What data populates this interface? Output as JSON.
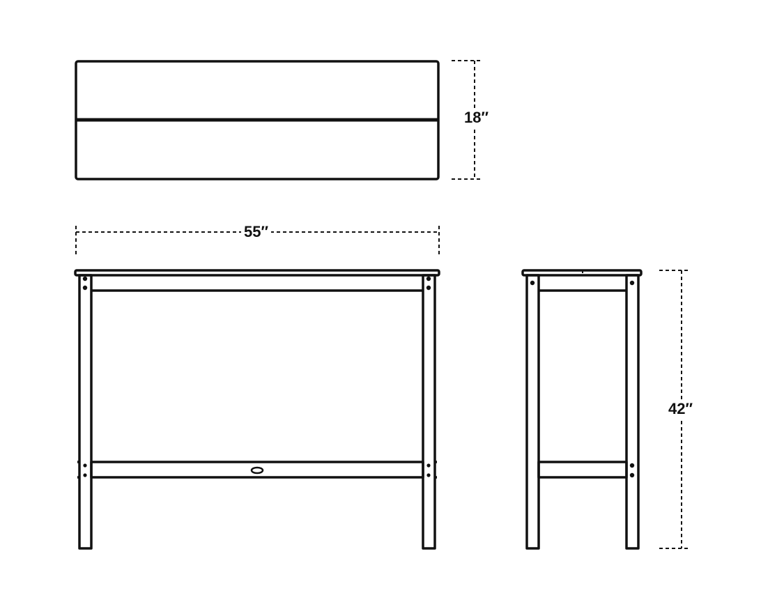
{
  "dimensions": {
    "depth": "18″",
    "width": "55″",
    "height": "42″"
  },
  "colors": {
    "line": "#111111",
    "background": "#ffffff"
  }
}
